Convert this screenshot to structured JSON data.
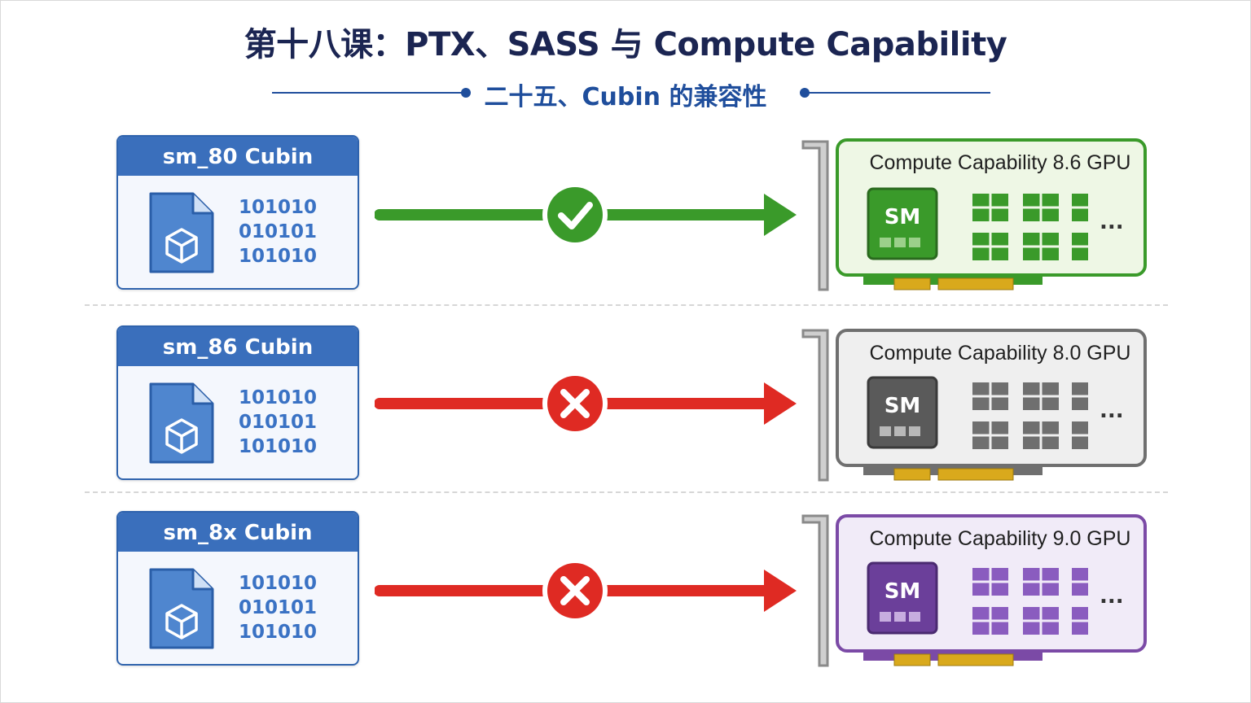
{
  "title": "第十八课：PTX、SASS 与 Compute Capability",
  "subtitle": "二十五、Cubin 的兼容性",
  "rows": [
    {
      "cubin_label": "sm_80 Cubin",
      "binary": [
        "101010",
        "010101",
        "101010"
      ],
      "status": "compatible",
      "arrow_color": "#3a9a2a",
      "gpu_label": "Compute Capability 8.6 GPU",
      "gpu_theme": "green",
      "sm_label": "SM",
      "more": "..."
    },
    {
      "cubin_label": "sm_86 Cubin",
      "binary": [
        "101010",
        "010101",
        "101010"
      ],
      "status": "incompatible",
      "arrow_color": "#df2a23",
      "gpu_label": "Compute Capability 8.0 GPU",
      "gpu_theme": "gray",
      "sm_label": "SM",
      "more": "..."
    },
    {
      "cubin_label": "sm_8x Cubin",
      "binary": [
        "101010",
        "010101",
        "101010"
      ],
      "status": "incompatible",
      "arrow_color": "#df2a23",
      "gpu_label": "Compute Capability 9.0 GPU",
      "gpu_theme": "purple",
      "sm_label": "SM",
      "more": "..."
    }
  ],
  "colors": {
    "title": "#1b2552",
    "accent": "#1f4e9c",
    "cubin_header": "#3a6fbc",
    "green_border": "#3a9a2a",
    "green_fill": "#eef7e5",
    "gray_border": "#6f6f6f",
    "gray_fill": "#efefef",
    "purple_border": "#7b4aa6",
    "purple_fill": "#f1ebf8",
    "gold": "#d9a91c"
  },
  "icons": {
    "file": "cube-file-icon",
    "compatible": "check-circle-icon",
    "incompatible": "x-circle-icon"
  }
}
